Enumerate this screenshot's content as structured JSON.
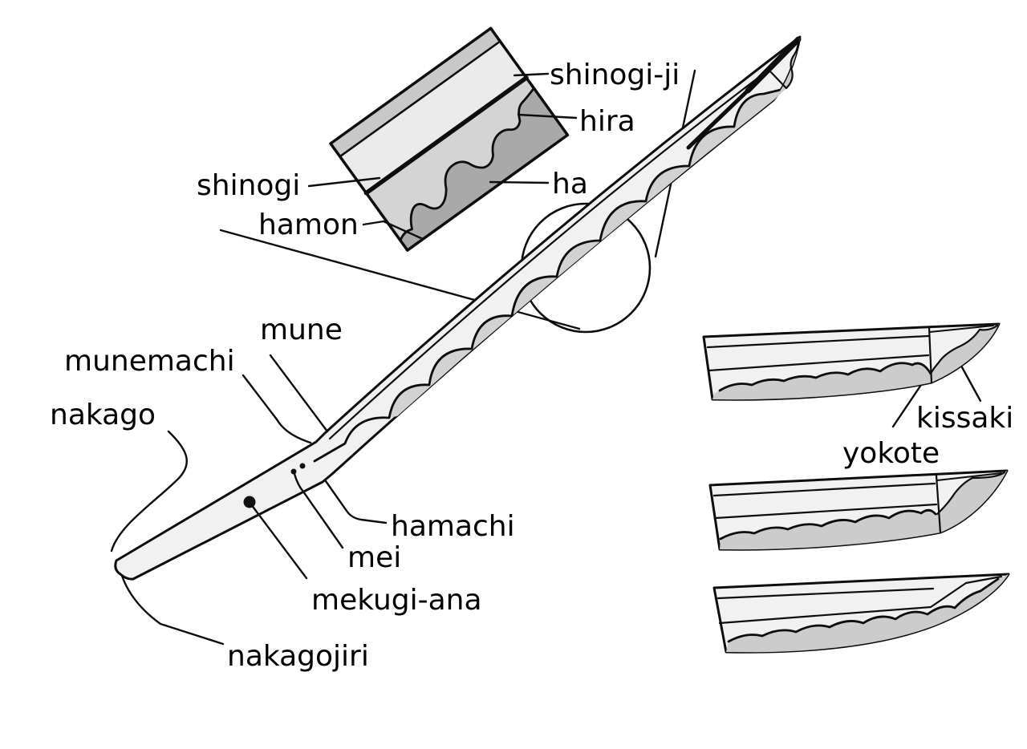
{
  "diagram": {
    "title": "japanese-sword-blade-parts",
    "background": "#ffffff",
    "ink": "#0d0d0d",
    "colors": {
      "blade_fill": "#f1f1f1",
      "shinogi_ji_fill": "#ebebeb",
      "hira_fill": "#d4d4d4",
      "ha_fill": "#a9a9a9",
      "outer_band_fill": "#c8c8c8",
      "scallop_fill": "#d2d2d2",
      "tip_gray_fill": "#cccccc"
    },
    "labels": {
      "shinogi_ji": "shinogi-ji",
      "hira": "hira",
      "ha": "ha",
      "shinogi": "shinogi",
      "hamon": "hamon",
      "mune": "mune",
      "munemachi": "munemachi",
      "nakago": "nakago",
      "hamachi": "hamachi",
      "mei": "mei",
      "mekugi_ana": "mekugi-ana",
      "nakagojiri": "nakagojiri",
      "kissaki": "kissaki",
      "yokote": "yokote"
    }
  }
}
